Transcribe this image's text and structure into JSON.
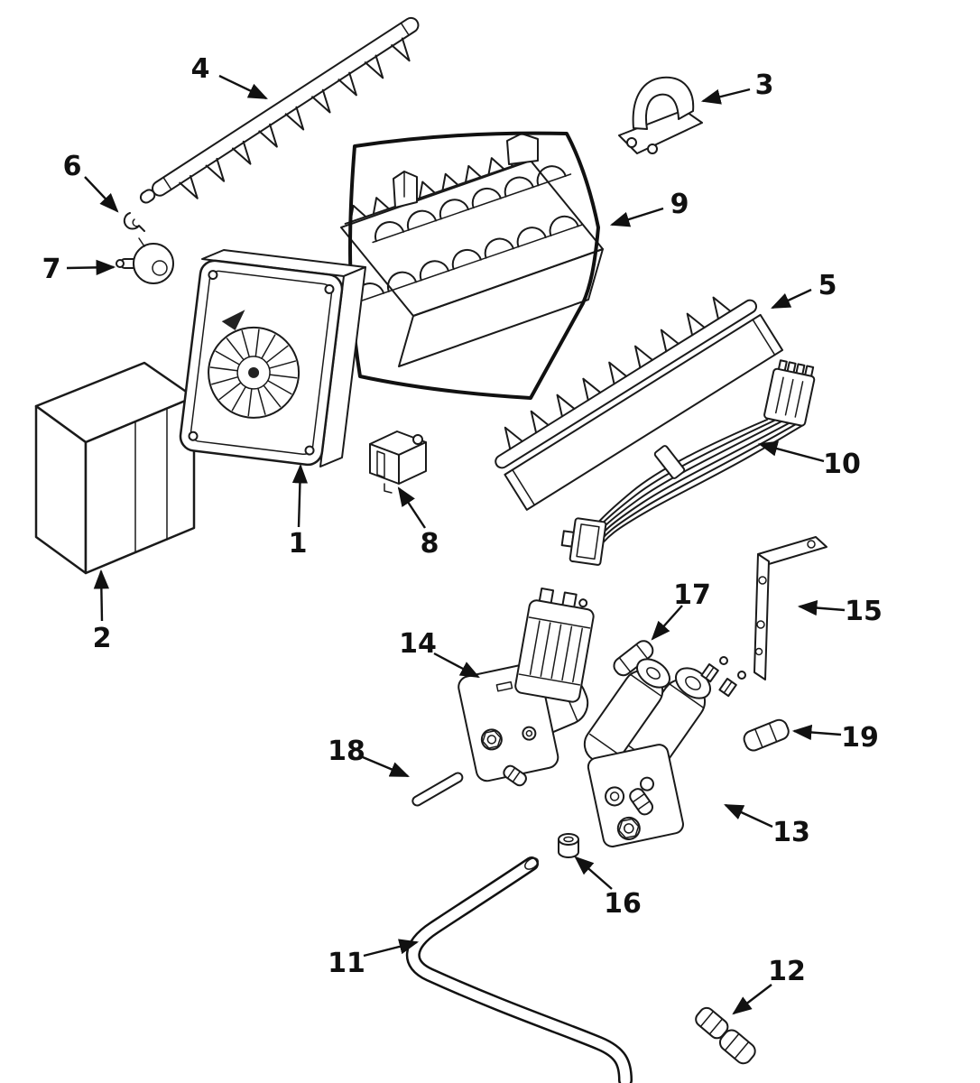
{
  "figure": {
    "type": "exploded-parts-diagram",
    "subject": "ice-maker-assembly",
    "background_color": "#ffffff",
    "line_color": "#1a1a1a"
  },
  "callouts": [
    {
      "number": "1",
      "part": "ice-maker-module"
    },
    {
      "number": "2",
      "part": "cover-box"
    },
    {
      "number": "3",
      "part": "bracket-cap"
    },
    {
      "number": "4",
      "part": "toothed-rack-upper"
    },
    {
      "number": "5",
      "part": "toothed-rack-lower"
    },
    {
      "number": "6",
      "part": "retaining-clip"
    },
    {
      "number": "7",
      "part": "round-knob"
    },
    {
      "number": "8",
      "part": "small-bracket"
    },
    {
      "number": "9",
      "part": "housing-outline"
    },
    {
      "number": "10",
      "part": "wire-harness"
    },
    {
      "number": "11",
      "part": "water-tube"
    },
    {
      "number": "12",
      "part": "tube-couplings"
    },
    {
      "number": "13",
      "part": "valve-assembly-double"
    },
    {
      "number": "14",
      "part": "valve-assembly-single"
    },
    {
      "number": "15",
      "part": "l-bracket"
    },
    {
      "number": "16",
      "part": "small-nut"
    },
    {
      "number": "17",
      "part": "small-cylinder-upper"
    },
    {
      "number": "18",
      "part": "small-tube-pin"
    },
    {
      "number": "19",
      "part": "small-cylinder-right"
    }
  ]
}
